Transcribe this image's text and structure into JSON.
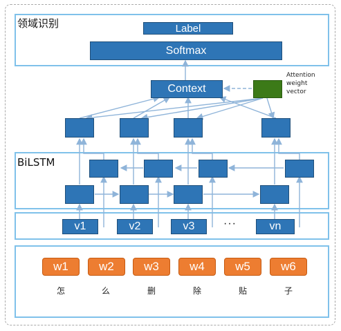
{
  "domain_area_title": "领域识别",
  "bilstm_title": "BiLSTM",
  "label_box": "Label",
  "softmax_box": "Softmax",
  "context_box": "Context",
  "attention_caption": [
    "Attention",
    "weight",
    "vector"
  ],
  "vectors": [
    "v1",
    "v2",
    "v3",
    "vn"
  ],
  "ellipsis": "···",
  "words": [
    "w1",
    "w2",
    "w3",
    "w4",
    "w5",
    "w6"
  ],
  "chars": [
    "怎",
    "么",
    "删",
    "除",
    "贴",
    "子"
  ],
  "colors": {
    "blue_box": "#2e75b6",
    "panel_border": "#7fc1ea",
    "word_orange": "#ed7d31",
    "attention_green": "#3c7a18",
    "arrow": "#8fb4d9"
  }
}
